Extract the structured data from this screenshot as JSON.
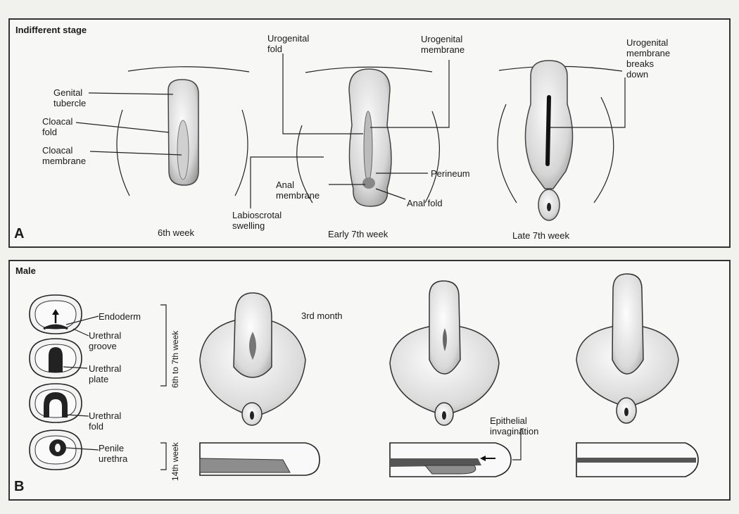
{
  "panel_a": {
    "title": "Indifferent stage",
    "letter": "A",
    "labels": {
      "genital_tubercle": "Genital\ntubercle",
      "cloacal_fold": "Cloacal\nfold",
      "cloacal_membrane": "Cloacal\nmembrane",
      "urogenital_fold": "Urogenital\nfold",
      "urogenital_membrane": "Urogenital\nmembrane",
      "urogenital_membrane_breaks": "Urogenital\nmembrane\nbreaks\ndown",
      "perineum": "Perineum",
      "anal_membrane": "Anal\nmembrane",
      "anal_fold": "Anal fold",
      "labioscrotal_swelling": "Labioscrotal\nswelling"
    },
    "stages": [
      "6th week",
      "Early 7th week",
      "Late 7th week"
    ]
  },
  "panel_b": {
    "title": "Male",
    "letter": "B",
    "labels": {
      "endoderm": "Endoderm",
      "urethral_groove": "Urethral\ngroove",
      "urethral_plate": "Urethral\nplate",
      "urethral_fold": "Urethral\nfold",
      "penile_urethra": "Penile\nurethra",
      "third_month": "3rd month",
      "epithelial_invagination": "Epithelial\ninvagination"
    },
    "age_brackets": [
      "6th to 7th week",
      "14th week"
    ]
  },
  "colors": {
    "line": "#222222",
    "shade": "#9a9a9a",
    "dark": "#2a2a2a",
    "paper": "#f7f7f5"
  }
}
